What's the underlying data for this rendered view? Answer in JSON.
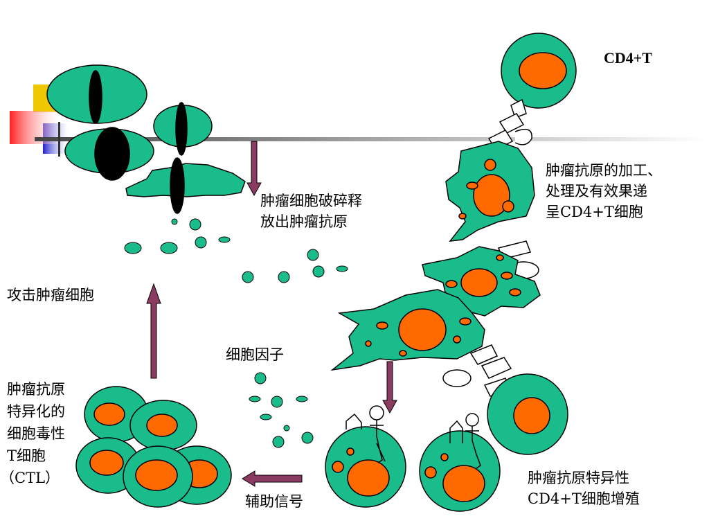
{
  "diagram": {
    "labels": {
      "cd4_t": "CD4+T",
      "tumor_antigen_release_1": "肿瘤细胞破碎释",
      "tumor_antigen_release_2": "放出肿瘤抗原",
      "antigen_processing_1": "肿瘤抗原的加工、",
      "antigen_processing_2": "处理及有效果递",
      "antigen_processing_3": "呈CD4+T细胞",
      "attack_tumor": "攻击肿瘤细胞",
      "cytokines": "细胞因子",
      "ctl_1": "肿瘤抗原",
      "ctl_2": "特异化的",
      "ctl_3": "细胞毒性",
      "ctl_4": "T细胞",
      "ctl_5": "（CTL）",
      "helper_signal": "辅助信号",
      "cd4_proliferation_1": "肿瘤抗原特异性",
      "cd4_proliferation_2": "CD4+T细胞增殖"
    },
    "colors": {
      "cell_fill": "#1ABC8C",
      "nucleus_fill": "#FF6A00",
      "arrow_fill": "#8B3A62",
      "outline": "#000000"
    }
  }
}
